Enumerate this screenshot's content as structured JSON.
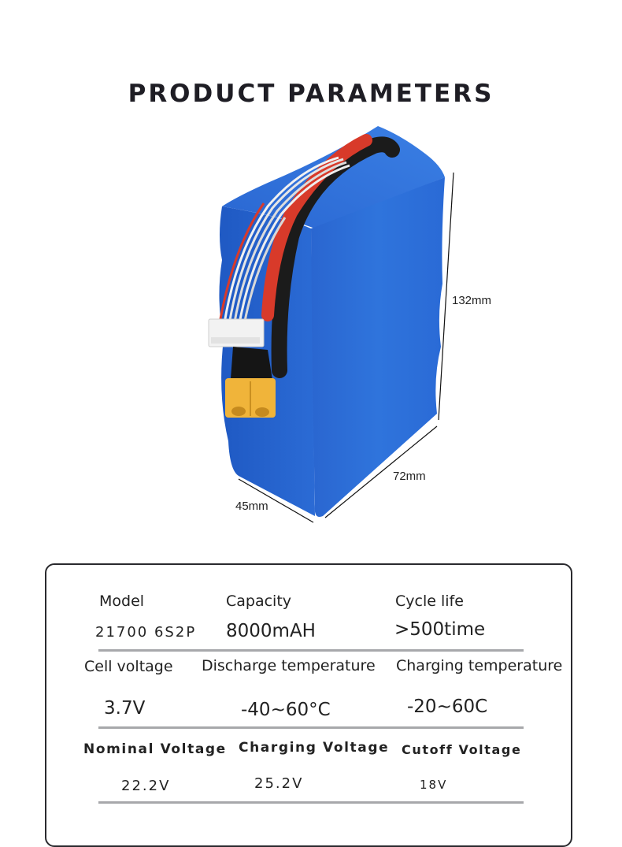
{
  "header": {
    "title": "PRODUCT PARAMETERS"
  },
  "product_image": {
    "alt": "Blue 21700 6S2P lithium battery pack with XT60 connector and balance lead",
    "dimensions": {
      "height": "132mm",
      "length": "72mm",
      "width": "45mm"
    },
    "colors": {
      "pack": "#2c6fd8",
      "connector": "#f0b43a",
      "cable_black": "#1b1b1b",
      "cable_red": "#d83a2a"
    }
  },
  "specs": {
    "rows": [
      {
        "items": [
          {
            "label": "Model",
            "value": "21700 6S2P"
          },
          {
            "label": "Capacity",
            "value": "8000mAH"
          },
          {
            "label": "Cycle life",
            "value": ">500time"
          }
        ]
      },
      {
        "items": [
          {
            "label": "Cell voltage",
            "value": "3.7V"
          },
          {
            "label": "Discharge temperature",
            "value": "-40~60°C"
          },
          {
            "label": "Charging temperature",
            "value": "-20~60C"
          }
        ]
      },
      {
        "items": [
          {
            "label": "Nominal Voltage",
            "value": "22.2V"
          },
          {
            "label": "Charging Voltage",
            "value": "25.2V"
          },
          {
            "label": "Cutoff Voltage",
            "value": "18V"
          }
        ]
      }
    ]
  }
}
